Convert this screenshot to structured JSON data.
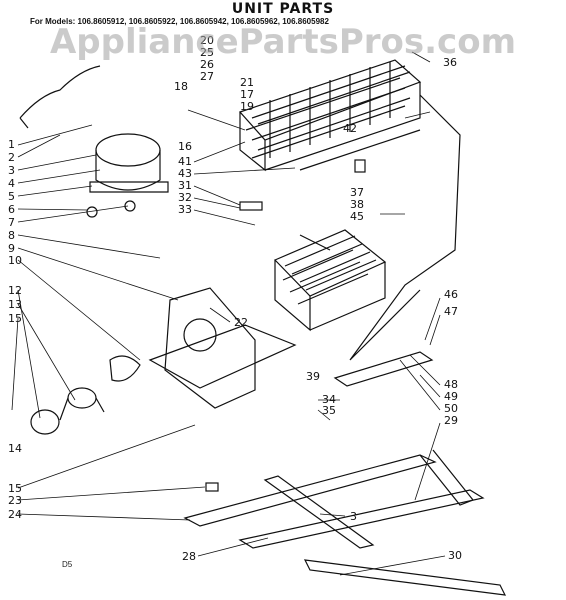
{
  "header": {
    "title": "UNIT PARTS",
    "models": "For Models: 106.8605912, 106.8605922, 106.8605942, 106.8605962, 106.8605982"
  },
  "watermark": "AppliancePartsPros.com",
  "corner_code": "D5",
  "callouts": {
    "left": [
      "1",
      "2",
      "3",
      "4",
      "5",
      "6",
      "7",
      "8",
      "9",
      "10",
      "12",
      "13",
      "15",
      "14",
      "15",
      "23",
      "24"
    ],
    "top": [
      "20",
      "25",
      "26",
      "27",
      "18",
      "21",
      "17",
      "19",
      "36",
      "42",
      "16",
      "41",
      "43",
      "31",
      "32",
      "33",
      "37",
      "38",
      "45"
    ],
    "right": [
      "46",
      "47",
      "48",
      "49",
      "50",
      "29",
      "34",
      "35",
      "39",
      "22",
      "3",
      "28",
      "30"
    ]
  },
  "colors": {
    "line": "#111111",
    "watermark": "#a0a0a0"
  }
}
